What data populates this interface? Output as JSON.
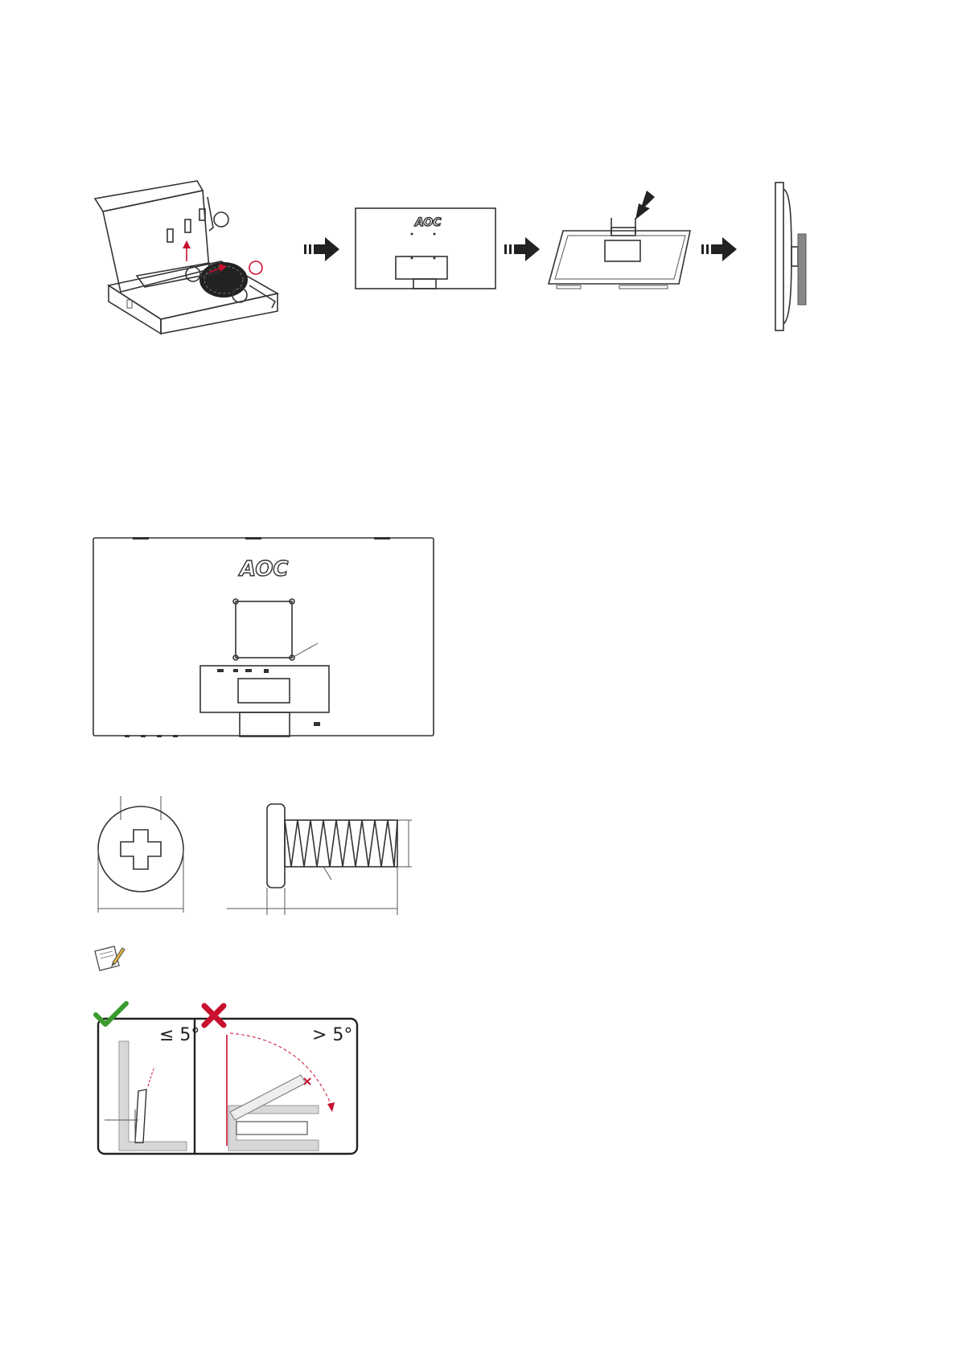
{
  "page": {
    "title": "Wall mounting instructions"
  },
  "steps": [
    {
      "name": "remove-stand",
      "icon": "box-with-stand-icon"
    },
    {
      "name": "monitor-back",
      "icon": "monitor-back-icon"
    },
    {
      "name": "attach-bracket",
      "icon": "wall-bracket-icon"
    },
    {
      "name": "mounted-side",
      "icon": "wall-mounted-monitor-icon"
    }
  ],
  "brand": {
    "logo_text": "AOC"
  },
  "note": {
    "icon": "note-pencil-icon"
  },
  "tilt": {
    "ok_label": "≤ 5°",
    "bad_label": "> 5°",
    "ok_icon": "green-checkmark-icon",
    "bad_icon": "red-cross-icon",
    "colors": {
      "ok": "#3a9a2e",
      "bad": "#c8102e"
    }
  }
}
